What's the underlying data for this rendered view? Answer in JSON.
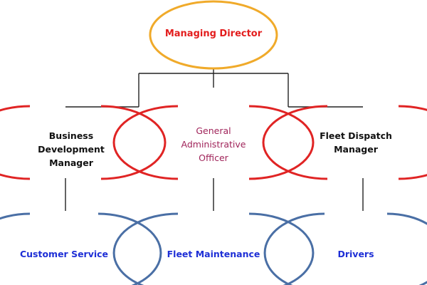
{
  "colors": {
    "top_node_border": "#f0aa2a",
    "middle_node_border": "#e02424",
    "bottom_node_border": "#4a6fa5",
    "connector": "#222222",
    "top_node_text": "#e31d1d",
    "gao_text": "#a0245a",
    "bottom_node_text": "#1e2fd6"
  },
  "nodes": {
    "managing_director": "Managing Director",
    "business_development_manager": "Business\nDevelopment\nManager",
    "general_administrative_officer": "General\nAdministrative\nOfficer",
    "fleet_dispatch_manager": "Fleet Dispatch\nManager",
    "customer_service": "Customer Service",
    "fleet_maintenance": "Fleet Maintenance",
    "drivers": "Drivers"
  }
}
